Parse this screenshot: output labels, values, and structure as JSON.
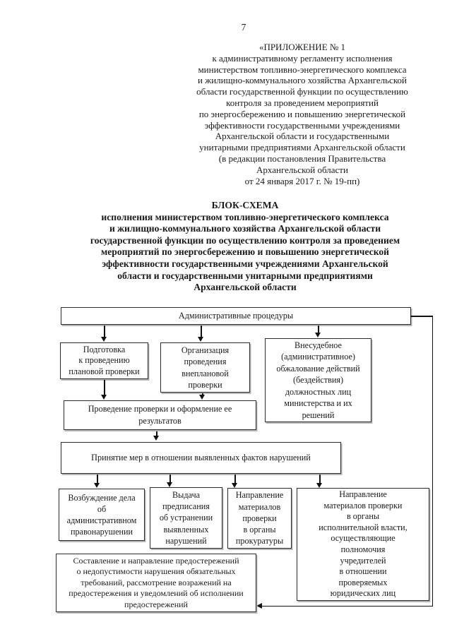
{
  "page": {
    "number": "7"
  },
  "header": {
    "text": "«ПРИЛОЖЕНИЕ № 1\nк административному регламенту исполнения\nминистерством топливно-энергетического комплекса\nи жилищно-коммунального хозяйства Архангельской\nобласти государственной функции по осуществлению\nконтроля за проведением мероприятий\nпо энергосбережению и повышению энергетической\nэффективности государственными учреждениями\nАрхангельской области и государственными\nунитарными предприятиями Архангельской области\n(в редакции постановления Правительства\nАрхангельской области\nот 24 января 2017 г. № 19-пп)"
  },
  "title": {
    "text": "БЛОК-СХЕМА\nисполнения министерством топливно-энергетического комплекса\nи жилищно-коммунального хозяйства Архангельской области\nгосударственной функции по осуществлению контроля за проведением\nмероприятий по энергосбережению и повышению энергетической\nэффективности государственными учреждениями Архангельской\nобласти и государственными унитарными предприятиями\nАрхангельской области"
  },
  "flowchart": {
    "admin_procedures": "Административные процедуры",
    "prep_planned": "Подготовка\nк проведению\nплановой проверки",
    "org_unplanned": "Организация\nпроведения\nвнеплановой\nпроверки",
    "appeal": "Внесудебное\n(административное)\nобжалование действий\n(бездействия)\nдолжностных лиц\nминистерства и их\nрешений",
    "conduct": "Проведение проверки и оформление ее\nрезультатов",
    "measures": "Принятие мер в отношении выявленных фактов нарушений",
    "admin_case": "Возбуждение дела\nоб\nадминистративном\nправонарушении",
    "order": "Выдача\nпредписания\nоб устранении\nвыявленных\nнарушений",
    "prosecutor": "Направление\nматериалов\nпроверки\nв органы\nпрокуратуры",
    "founders": "Направление\nматериалов проверки\nв органы\nисполнительной власти,\nосуществляющие\nполномочия\nучредителей\nв отношении\nпроверяемых\nюридических лиц",
    "warnings": "Составление и направление предостережений\nо недопустимости нарушения обязательных\nтребований, рассмотрение возражений на\nпредостережения и уведомлений об исполнении\nпредостережений"
  },
  "colors": {
    "line": "#111111",
    "border": "#2b2b2b",
    "shadow": "#b6b6b6"
  }
}
